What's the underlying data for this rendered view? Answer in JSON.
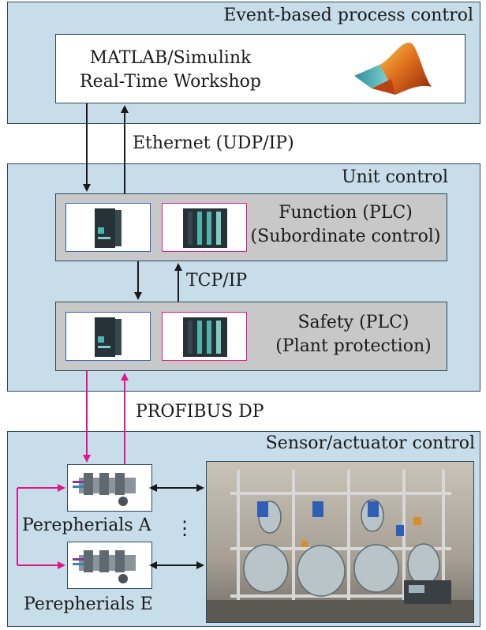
{
  "layers": {
    "event": {
      "title": "Event-based process control"
    },
    "unit": {
      "title": "Unit control"
    },
    "sensor": {
      "title": "Sensor/actuator control"
    }
  },
  "matlab": {
    "line1": "MATLAB/Simulink",
    "line2": "Real-Time Workshop"
  },
  "links": {
    "ethernet": "Ethernet (UDP/IP)",
    "tcp": "TCP/IP",
    "profibus": "PROFIBUS DP"
  },
  "function_plc": {
    "line1": "Function (PLC)",
    "line2": "(Subordinate control)"
  },
  "safety_plc": {
    "line1": "Safety (PLC)",
    "line2": "(Plant protection)"
  },
  "peripherals": {
    "a": "Perepherials A",
    "e": "Perepherials E",
    "ellipsis": "⋮"
  },
  "colors": {
    "layer_fill": "#c7dde9",
    "box_gray": "#c8c8c8",
    "profibus_line": "#e0168a",
    "plc_blue_frame": "#3a5fbf"
  }
}
